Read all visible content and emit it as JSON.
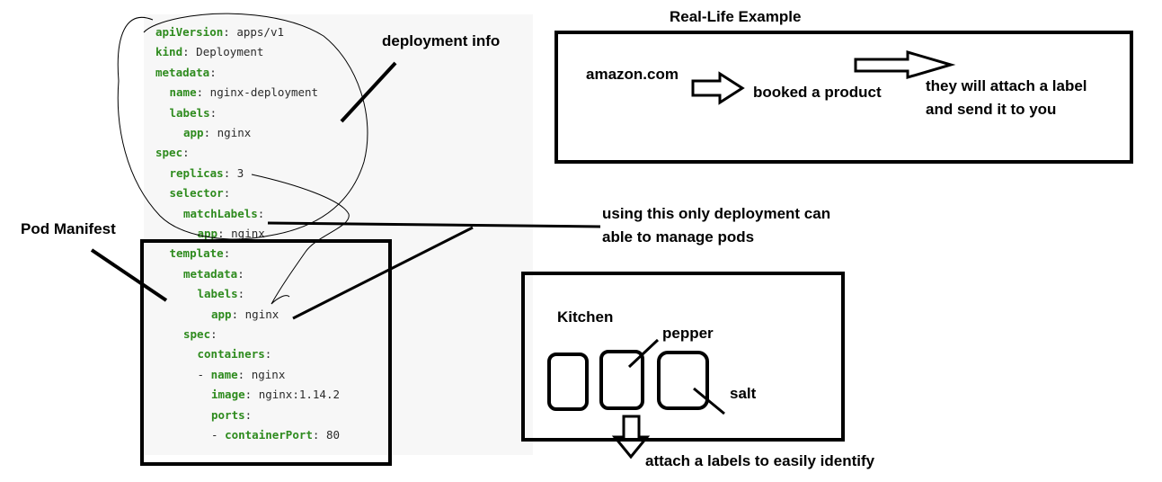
{
  "code": [
    {
      "key": "apiVersion",
      "value": "apps/v1",
      "indent": 0
    },
    {
      "key": "kind",
      "value": "Deployment",
      "indent": 0
    },
    {
      "key": "metadata",
      "value": "",
      "indent": 0
    },
    {
      "key": "name",
      "value": "nginx-deployment",
      "indent": 1
    },
    {
      "key": "labels",
      "value": "",
      "indent": 1
    },
    {
      "key": "app",
      "value": "nginx",
      "indent": 2
    },
    {
      "key": "spec",
      "value": "",
      "indent": 0
    },
    {
      "key": "replicas",
      "value": "3",
      "indent": 1
    },
    {
      "key": "selector",
      "value": "",
      "indent": 1
    },
    {
      "key": "matchLabels",
      "value": "",
      "indent": 2
    },
    {
      "key": "app",
      "value": "nginx",
      "indent": 3
    },
    {
      "key": "template",
      "value": "",
      "indent": 1
    },
    {
      "key": "metadata",
      "value": "",
      "indent": 2
    },
    {
      "key": "labels",
      "value": "",
      "indent": 3
    },
    {
      "key": "app",
      "value": "nginx",
      "indent": 4
    },
    {
      "key": "spec",
      "value": "",
      "indent": 2
    },
    {
      "key": "containers",
      "value": "",
      "indent": 3
    },
    {
      "key": "name",
      "value": "nginx",
      "indent": 3,
      "dash": true
    },
    {
      "key": "image",
      "value": "nginx:1.14.2",
      "indent": 4
    },
    {
      "key": "ports",
      "value": "",
      "indent": 4
    },
    {
      "key": "containerPort",
      "value": "80",
      "indent": 4,
      "dash": true
    }
  ],
  "annotations": {
    "deployment_info": "deployment info",
    "pod_manifest": "Pod Manifest",
    "labels_note_line1": "using this only deployment can",
    "labels_note_line2": "able to manage pods"
  },
  "real_life": {
    "title": "Real-Life Example",
    "site": "amazon.com",
    "booked": "booked a product",
    "attach_line1": "they will attach a label",
    "attach_line2": "and send it to you"
  },
  "kitchen": {
    "title": "Kitchen",
    "pepper": "pepper",
    "salt": "salt",
    "caption": "attach a labels to easily identify"
  }
}
